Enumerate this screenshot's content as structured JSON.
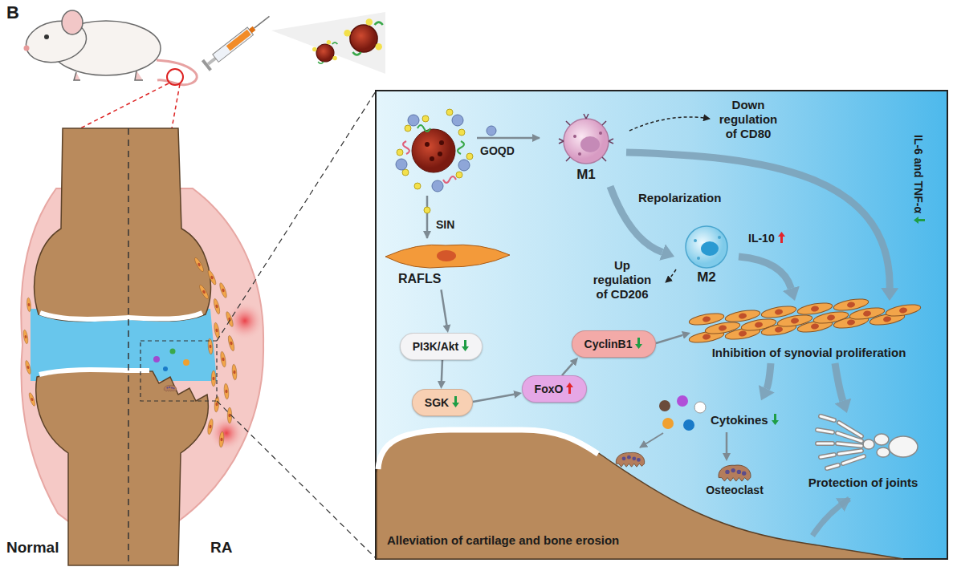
{
  "diagram": {
    "nodes": [
      {
        "text": [
          "M1"
        ]
      },
      {
        "text": [
          "M2"
        ]
      },
      {
        "text": [
          "RAFLS"
        ]
      },
      {
        "text": [
          "PI3K/Akt"
        ]
      },
      {
        "text": [
          "SGK"
        ]
      },
      {
        "text": [
          "FoxO"
        ]
      },
      {
        "text": [
          "CyclinB1"
        ]
      },
      {
        "text": [
          "Inhibition of synovial proliferation"
        ]
      },
      {
        "text": [
          "Cytokines"
        ]
      },
      {
        "text": [
          "Osteoclast"
        ]
      },
      {
        "text": [
          "Protection of joints"
        ]
      }
    ],
    "edges": [
      {
        "from": 0,
        "to": 1,
        "arrow": "to",
        "label": "Repolarization"
      },
      {
        "from": 0,
        "to": 7,
        "arrow": "to",
        "label": "IL-6 and TNF-α"
      },
      {
        "from": 1,
        "to": 7,
        "arrow": "to",
        "label": "IL-10"
      },
      {
        "from": 2,
        "to": 3,
        "arrow": "to"
      },
      {
        "from": 3,
        "to": 4,
        "arrow": "to"
      },
      {
        "from": 4,
        "to": 5,
        "arrow": "to"
      },
      {
        "from": 5,
        "to": 6,
        "arrow": "to"
      },
      {
        "from": 6,
        "to": 7,
        "arrow": "to"
      },
      {
        "from": 7,
        "to": 8,
        "arrow": "to"
      },
      {
        "from": 7,
        "to": 10,
        "arrow": "to"
      },
      {
        "from": 8,
        "to": 9,
        "arrow": "to"
      }
    ],
    "labels": [
      "B",
      "GOQD",
      "SIN",
      "Down regulation of CD80",
      "Up regulation of CD206",
      "Alleviation of cartilage and bone erosion",
      "Normal",
      "RA"
    ]
  }
}
